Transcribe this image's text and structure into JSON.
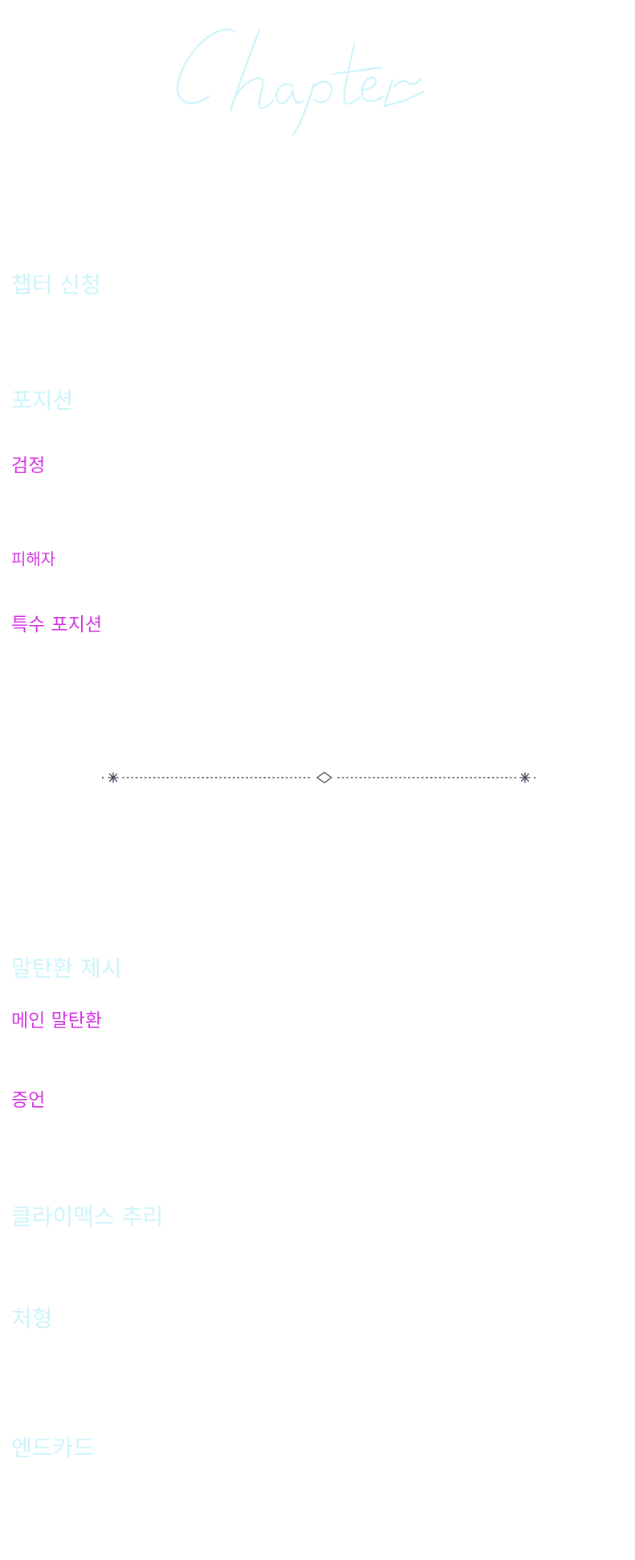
{
  "header": {
    "logo_text": "Chapter"
  },
  "sections": {
    "chapter_application": "챕터 신청",
    "position": "포지션",
    "position_items": {
      "black": "검정",
      "victim": "피해자",
      "special_position": "특수 포지션"
    },
    "dialogue_ring": "말탄환 제시",
    "dialogue_items": {
      "main_ring": "메인 말탄환",
      "testimony": "증언"
    },
    "climax_reasoning": "클라이맥스 추리",
    "execution": "처형",
    "end_card": "엔드카드"
  },
  "colors": {
    "heading": "#ccf4fb",
    "subitem": "#d433e3",
    "divider": "#3c4654"
  }
}
